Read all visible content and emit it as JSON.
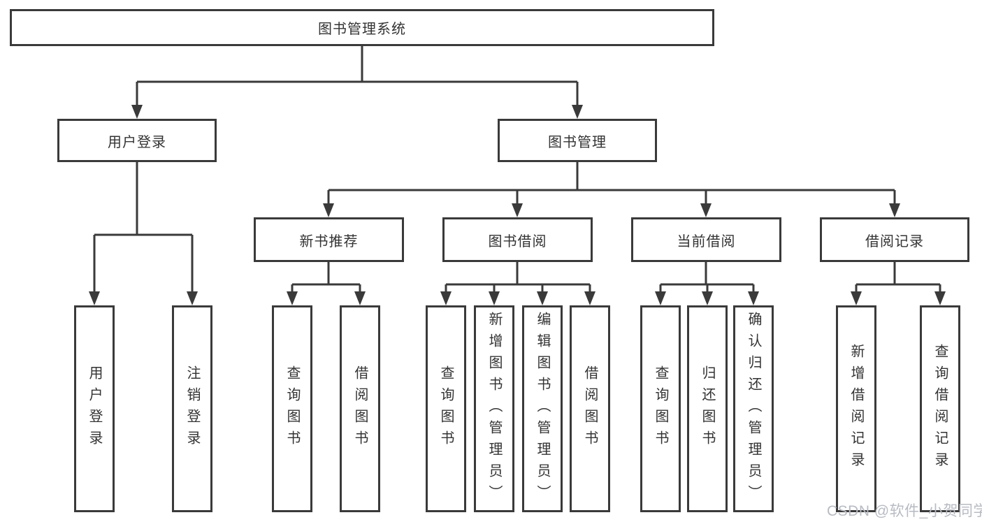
{
  "colors": {
    "line": "#3a3a3a",
    "text": "#333333",
    "watermark": "#b7bbc2",
    "background": "#ffffff"
  },
  "diagram": {
    "root": {
      "label": "图书管理系统"
    },
    "level2": [
      {
        "label": "用户登录"
      },
      {
        "label": "图书管理"
      }
    ],
    "level3": [
      {
        "label": "新书推荐"
      },
      {
        "label": "图书借阅"
      },
      {
        "label": "当前借阅"
      },
      {
        "label": "借阅记录"
      }
    ],
    "leaves": {
      "user_login": [
        {
          "label": "用户登录"
        },
        {
          "label": "注销登录"
        }
      ],
      "new_book_recommend": [
        {
          "label": "查询图书"
        },
        {
          "label": "借阅图书"
        }
      ],
      "book_borrow": [
        {
          "label": "查询图书"
        },
        {
          "label": "新增图书（管理员）"
        },
        {
          "label": "编辑图书（管理员）"
        },
        {
          "label": "借阅图书"
        }
      ],
      "current_borrow": [
        {
          "label": "查询图书"
        },
        {
          "label": "归还图书"
        },
        {
          "label": "确认归还（管理员）"
        }
      ],
      "borrow_records": [
        {
          "label": "新增借阅记录"
        },
        {
          "label": "查询借阅记录"
        }
      ]
    }
  },
  "watermark": {
    "text": "CSDN @软件_小贺同学"
  }
}
